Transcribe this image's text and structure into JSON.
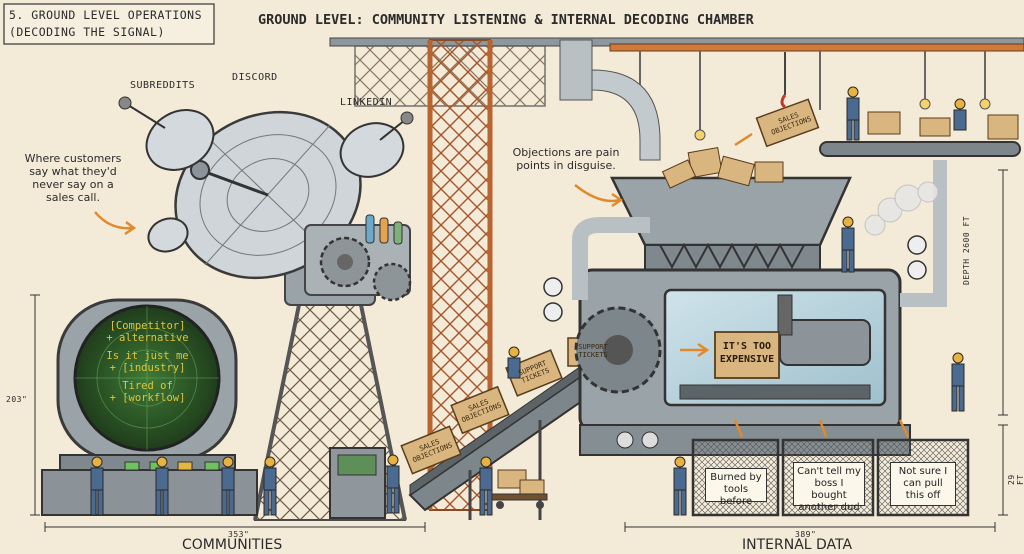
{
  "section_label_line1": "5. GROUND LEVEL OPERATIONS",
  "section_label_line2": "(DECODING THE SIGNAL)",
  "main_title": "GROUND LEVEL: COMMUNITY LISTENING & INTERNAL DECODING CHAMBER",
  "antenna_labels": {
    "subreddits": "SUBREDDITS",
    "discord": "DISCORD",
    "linkedin": "LINKEDIN"
  },
  "callout_left": [
    "Where customers",
    "say what they'd",
    "never say on a",
    "sales call."
  ],
  "callout_right": [
    "Objections are pain",
    "points in disguise."
  ],
  "radar_screen": {
    "line1": "[Competitor]",
    "line2": "+ alternative",
    "line3": "Is it just me",
    "line4": "+ [industry]",
    "line5": "Tired of",
    "line6": "+ [workflow]"
  },
  "crates": {
    "falling": [
      "SALES",
      "OBJECTIONS"
    ],
    "support_top": [
      "SUPPORT",
      "TICKETS"
    ],
    "support_conveyor": [
      "SUPPORT",
      "TICKETS"
    ],
    "sales_mid": [
      "SALES",
      "OBJECTIONS"
    ],
    "sales_low": [
      "SALES",
      "OBJECTIONS"
    ]
  },
  "chamber_block": [
    "IT'S TOO",
    "EXPENSIVE"
  ],
  "bins": [
    [
      "Burned by",
      "tools before"
    ],
    [
      "Can't tell my",
      "boss I bought",
      "another dud"
    ],
    [
      "Not sure I",
      "can pull",
      "this off"
    ]
  ],
  "dimensions": {
    "left_height": "203\"",
    "left_width": "353\"",
    "right_width": "389\"",
    "depth": "DEPTH 2600 FT",
    "right_height": "29 FT"
  },
  "footer": {
    "left": "COMMUNITIES",
    "right": "INTERNAL DATA"
  },
  "colors": {
    "paper": "#f3ead8",
    "steel": "#9aa3a8",
    "girder_orange": "#d07a3a",
    "crate": "#d9b57f",
    "radar_green": "#2f5a2a",
    "radar_text": "#e0c53a",
    "arrow_orange": "#e08a2c"
  }
}
